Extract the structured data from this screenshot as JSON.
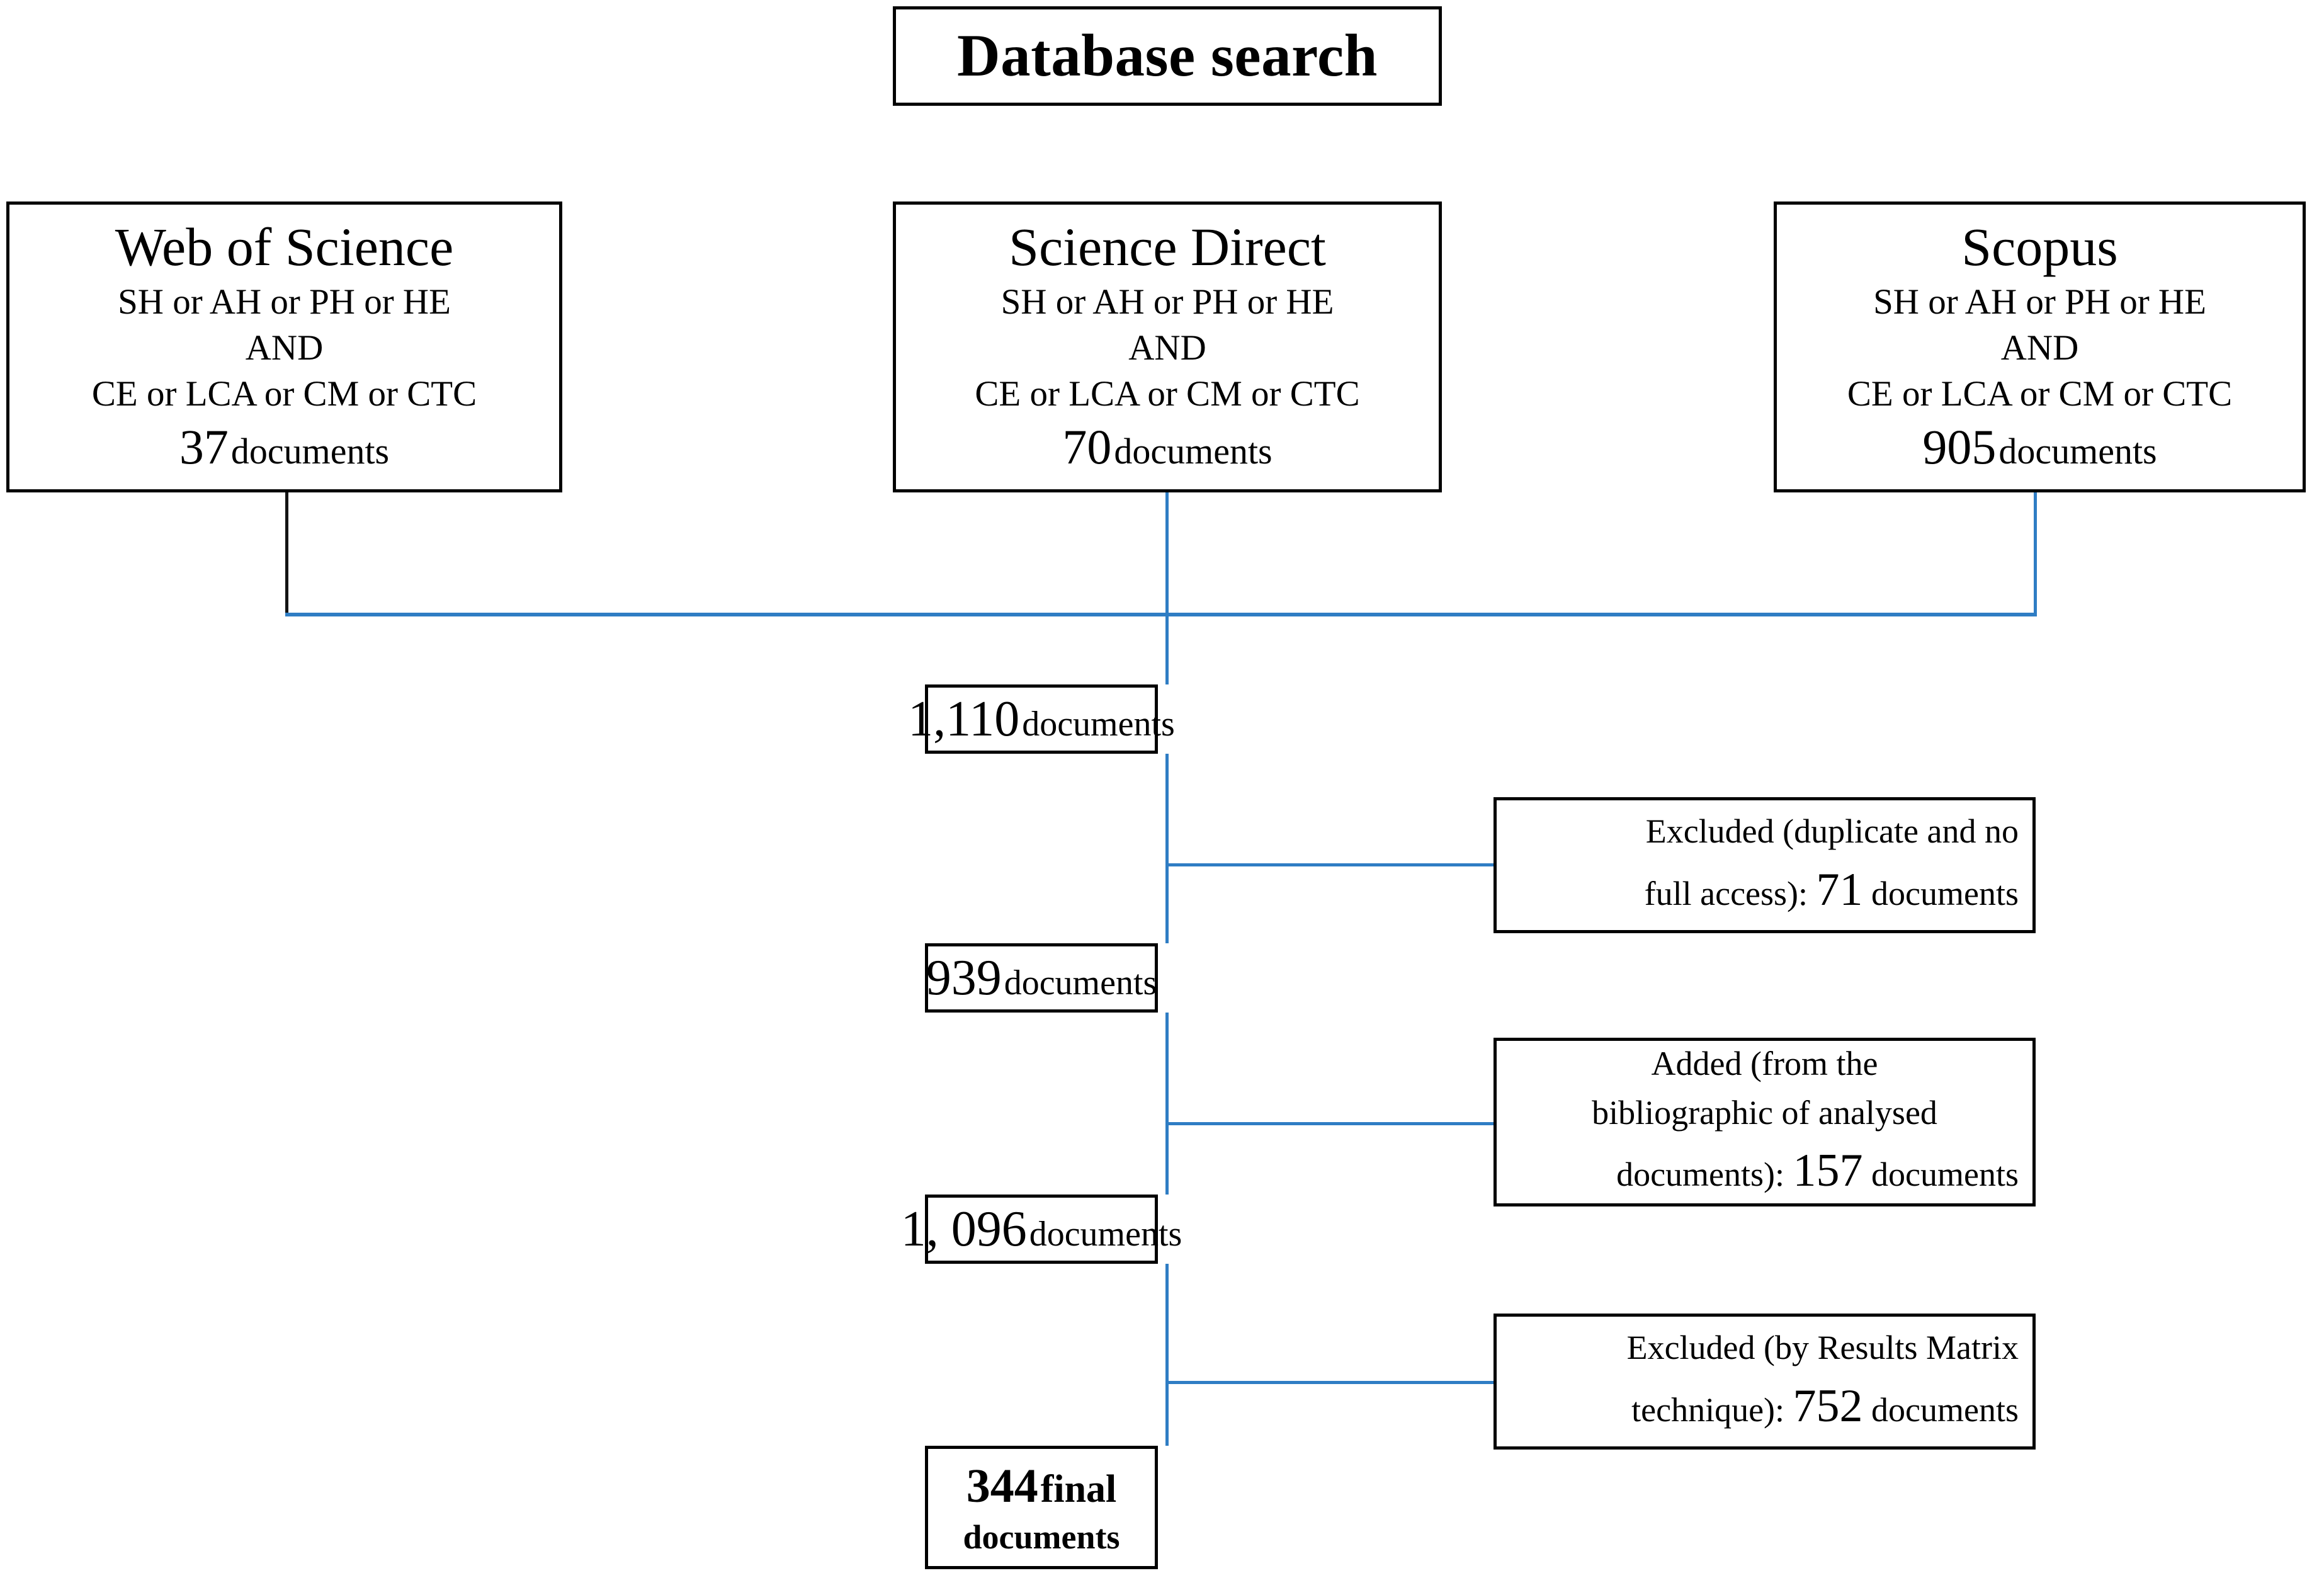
{
  "title": {
    "label": "Database search"
  },
  "sources": [
    {
      "name": "Web of Science",
      "query_lines": [
        "SH or AH or PH or HE",
        "AND",
        "CE or LCA or CM or CTC"
      ],
      "count": "37",
      "count_word": "documents"
    },
    {
      "name": "Science Direct",
      "query_lines": [
        "SH or AH or PH or HE",
        "AND",
        "CE or LCA or CM or CTC"
      ],
      "count": "70",
      "count_word": "documents"
    },
    {
      "name": "Scopus",
      "query_lines": [
        "SH or AH or PH or HE",
        "AND",
        "CE or LCA or CM or CTC"
      ],
      "count": "905",
      "count_word": "documents"
    }
  ],
  "stages": [
    {
      "count": "1,110",
      "word": "documents"
    },
    {
      "count": "939",
      "word": "documents"
    },
    {
      "count": "1, 096",
      "word": "documents"
    }
  ],
  "final": {
    "count": "344",
    "word": "final",
    "line2": "documents"
  },
  "notes": [
    {
      "line1": "Excluded (duplicate and no",
      "line2_prefix": "full access):",
      "number": "71",
      "line2_suffix": "documents"
    },
    {
      "line1": "Added (from the",
      "line2": "bibliographic of analysed",
      "line3_prefix": "documents):",
      "number": "157",
      "line3_suffix": "documents"
    },
    {
      "line1": "Excluded (by Results Matrix",
      "line2_prefix": "technique):",
      "number": "752",
      "line2_suffix": "documents"
    }
  ],
  "colors": {
    "connector": "#2f7dc4",
    "border": "#000000",
    "background": "#ffffff"
  },
  "chart_data": {
    "type": "flowchart",
    "title": "Database search",
    "nodes": [
      {
        "id": "title",
        "label": "Database search"
      },
      {
        "id": "wos",
        "label": "Web of Science",
        "value": 37
      },
      {
        "id": "sciencedirect",
        "label": "Science Direct",
        "value": 70
      },
      {
        "id": "scopus",
        "label": "Scopus",
        "value": 905
      },
      {
        "id": "merged",
        "label": "1,110 documents",
        "value": 1110
      },
      {
        "id": "excluded1",
        "label": "Excluded (duplicate and no full access): 71 documents",
        "value": 71
      },
      {
        "id": "after_exclude1",
        "label": "939 documents",
        "value": 939
      },
      {
        "id": "added",
        "label": "Added (from the bibliographic of analysed documents): 157 documents",
        "value": 157
      },
      {
        "id": "after_added",
        "label": "1, 096 documents",
        "value": 1096
      },
      {
        "id": "excluded2",
        "label": "Excluded (by Results Matrix technique): 752 documents",
        "value": 752
      },
      {
        "id": "final",
        "label": "344 final documents",
        "value": 344
      }
    ],
    "edges": [
      {
        "from": "wos",
        "to": "merged"
      },
      {
        "from": "sciencedirect",
        "to": "merged"
      },
      {
        "from": "scopus",
        "to": "merged"
      },
      {
        "from": "merged",
        "to": "excluded1"
      },
      {
        "from": "merged",
        "to": "after_exclude1"
      },
      {
        "from": "after_exclude1",
        "to": "added"
      },
      {
        "from": "after_exclude1",
        "to": "after_added"
      },
      {
        "from": "after_added",
        "to": "excluded2"
      },
      {
        "from": "after_added",
        "to": "final"
      }
    ]
  }
}
